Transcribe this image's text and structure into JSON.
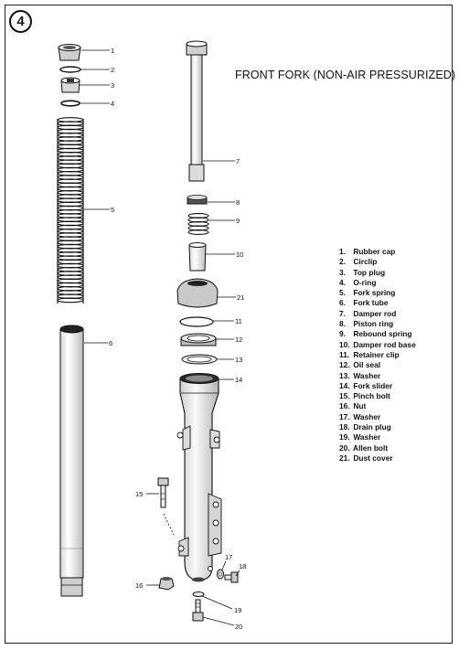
{
  "figure": {
    "number": "4",
    "title": "FRONT FORK (NON-AIR PRESSURIZED)"
  },
  "callouts": [
    "1",
    "2",
    "3",
    "4",
    "5",
    "6",
    "7",
    "8",
    "9",
    "10",
    "21",
    "11",
    "12",
    "13",
    "14",
    "15",
    "16",
    "17",
    "18",
    "19",
    "20"
  ],
  "legend": [
    {
      "num": "1.",
      "label": "Rubber cap"
    },
    {
      "num": "2.",
      "label": "Circlip"
    },
    {
      "num": "3.",
      "label": "Top plug"
    },
    {
      "num": "4.",
      "label": "O-ring"
    },
    {
      "num": "5.",
      "label": "Fork spring"
    },
    {
      "num": "6.",
      "label": "Fork tube"
    },
    {
      "num": "7.",
      "label": "Damper rod"
    },
    {
      "num": "8.",
      "label": "Piston ring"
    },
    {
      "num": "9.",
      "label": "Rebound spring"
    },
    {
      "num": "10.",
      "label": "Damper rod base"
    },
    {
      "num": "11.",
      "label": "Retainer clip"
    },
    {
      "num": "12.",
      "label": "Oil seal"
    },
    {
      "num": "13.",
      "label": "Washer"
    },
    {
      "num": "14.",
      "label": "Fork slider"
    },
    {
      "num": "15.",
      "label": "Pinch bolt"
    },
    {
      "num": "16.",
      "label": "Nut"
    },
    {
      "num": "17.",
      "label": "Washer"
    },
    {
      "num": "18.",
      "label": "Drain plug"
    },
    {
      "num": "19.",
      "label": "Washer"
    },
    {
      "num": "20.",
      "label": "Allen bolt"
    },
    {
      "num": "21.",
      "label": "Dust cover"
    }
  ]
}
